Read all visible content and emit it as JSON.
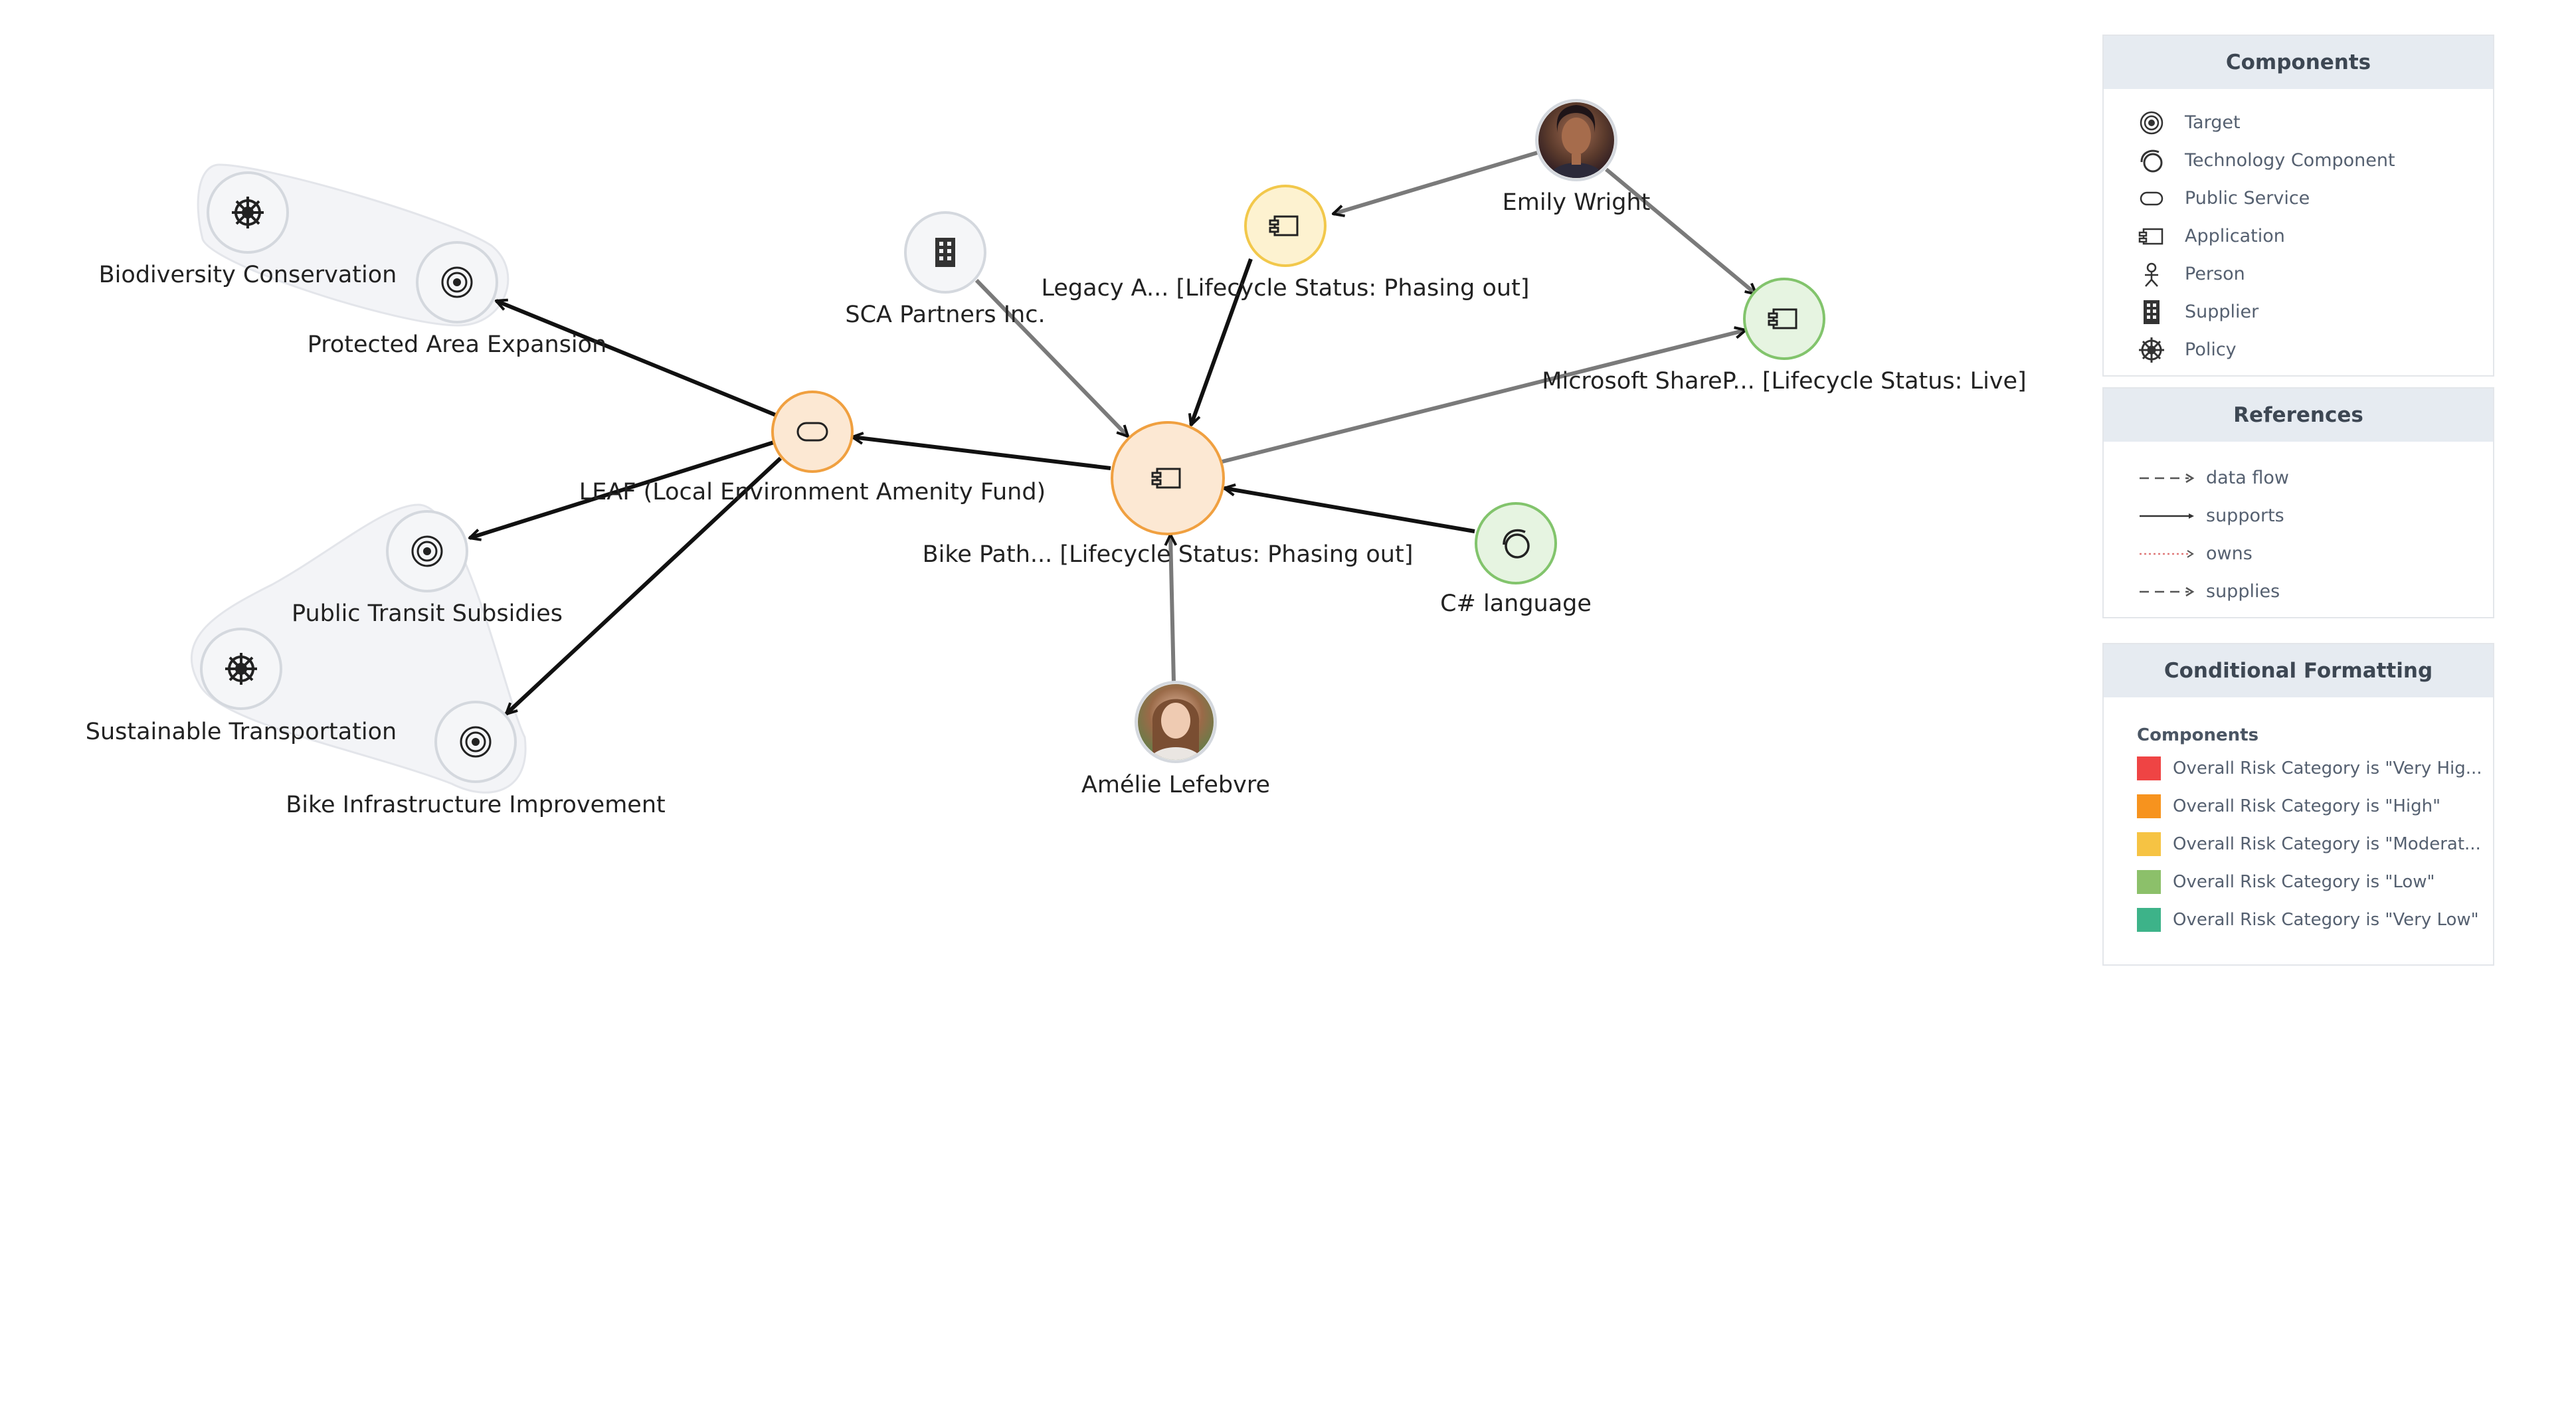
{
  "colors": {
    "orange_fill": "#fce8d3",
    "orange_stroke": "#f0a040",
    "yellow_fill": "#fdf2d0",
    "yellow_stroke": "#f2c84b",
    "green_fill": "#e6f4e1",
    "green_stroke": "#82c46c",
    "grey_fill": "#f5f6f8",
    "grey_stroke": "#d4d8de",
    "edge_black": "#111111",
    "edge_grey": "#7a7a7a"
  },
  "nodes": {
    "biodiversity": {
      "label": "Biodiversity Conservation",
      "icon": "policy-icon"
    },
    "protected_area": {
      "label": "Protected Area Expansion",
      "icon": "target-icon"
    },
    "sca_partners": {
      "label": "SCA Partners Inc.",
      "icon": "supplier-icon"
    },
    "legacy_app": {
      "label": "Legacy A... [Lifecycle Status: Phasing out]",
      "icon": "application-icon"
    },
    "emily": {
      "label": "Emily Wright",
      "icon": "person-avatar"
    },
    "sharepoint": {
      "label": "Microsoft ShareP... [Lifecycle Status: Live]",
      "icon": "application-icon"
    },
    "leaf": {
      "label": "LEAF (Local Environment Amenity Fund)",
      "icon": "public-service-icon"
    },
    "bike_path": {
      "label": "Bike Path... [Lifecycle Status: Phasing out]",
      "icon": "application-icon"
    },
    "csharp": {
      "label": "C# language",
      "icon": "technology-component-icon"
    },
    "public_transit": {
      "label": "Public Transit Subsidies",
      "icon": "target-icon"
    },
    "sustainable": {
      "label": "Sustainable Transportation",
      "icon": "policy-icon"
    },
    "bike_infra": {
      "label": "Bike Infrastructure Improvement",
      "icon": "target-icon"
    },
    "amelie": {
      "label": "Amélie Lefebvre",
      "icon": "person-avatar"
    }
  },
  "legend": {
    "components": {
      "title": "Components",
      "items": [
        {
          "label": "Target",
          "icon": "target-icon"
        },
        {
          "label": "Technology Component",
          "icon": "technology-component-icon"
        },
        {
          "label": "Public Service",
          "icon": "public-service-icon"
        },
        {
          "label": "Application",
          "icon": "application-icon"
        },
        {
          "label": "Person",
          "icon": "person-icon"
        },
        {
          "label": "Supplier",
          "icon": "supplier-icon"
        },
        {
          "label": "Policy",
          "icon": "policy-icon"
        }
      ]
    },
    "references": {
      "title": "References",
      "items": [
        {
          "label": "data flow",
          "style": "dashed",
          "color": "#555555"
        },
        {
          "label": "supports",
          "style": "solid",
          "color": "#333333"
        },
        {
          "label": "owns",
          "style": "dotted",
          "color": "#e07a7a"
        },
        {
          "label": "supplies",
          "style": "dashed",
          "color": "#555555"
        }
      ]
    },
    "conditional_formatting": {
      "title": "Conditional Formatting",
      "subtitle": "Components",
      "items": [
        {
          "label": "Overall Risk Category is \"Very Hig...",
          "color": "#ef4444"
        },
        {
          "label": "Overall Risk Category is \"High\"",
          "color": "#f7931e"
        },
        {
          "label": "Overall Risk Category is \"Moderat...",
          "color": "#f6c343"
        },
        {
          "label": "Overall Risk Category is \"Low\"",
          "color": "#8cc06a"
        },
        {
          "label": "Overall Risk Category is \"Very Low\"",
          "color": "#3db389"
        }
      ]
    }
  }
}
